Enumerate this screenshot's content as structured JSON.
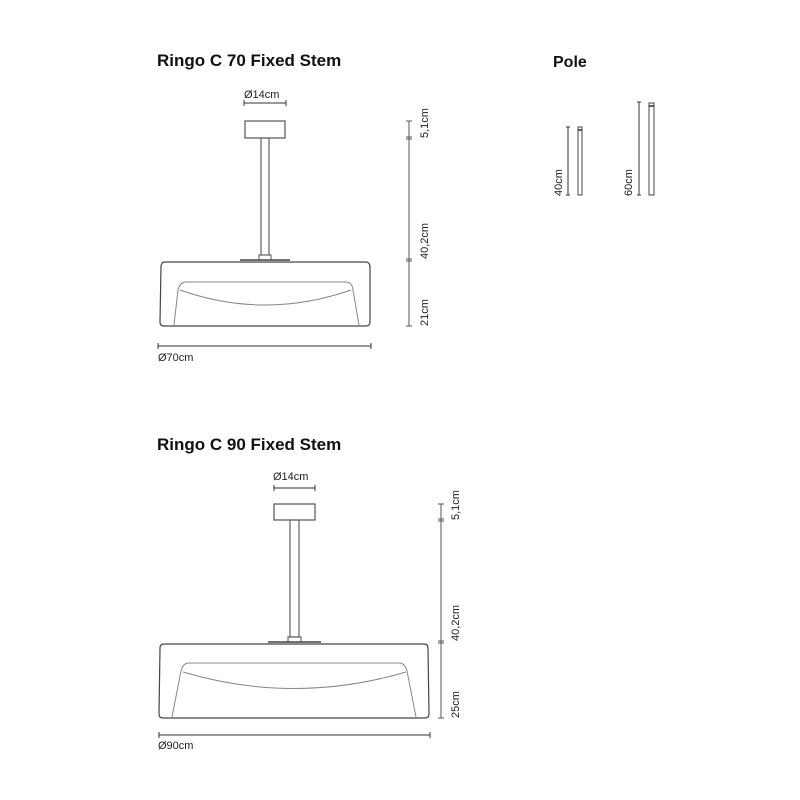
{
  "products": [
    {
      "title": "Ringo C 70 Fixed Stem",
      "canopy_diameter": "Ø14cm",
      "shade_diameter": "Ø70cm",
      "heights": {
        "canopy": "5,1cm",
        "stem": "40,2cm",
        "shade": "21cm"
      }
    },
    {
      "title": "Ringo C 90 Fixed Stem",
      "canopy_diameter": "Ø14cm",
      "shade_diameter": "Ø90cm",
      "heights": {
        "canopy": "5,1cm",
        "stem": "40,2cm",
        "shade": "25cm"
      }
    }
  ],
  "pole": {
    "title": "Pole",
    "options": [
      {
        "length": "40cm"
      },
      {
        "length": "60cm"
      }
    ]
  },
  "colors": {
    "line": "#555555",
    "dim": "#333333",
    "text": "#111111"
  }
}
